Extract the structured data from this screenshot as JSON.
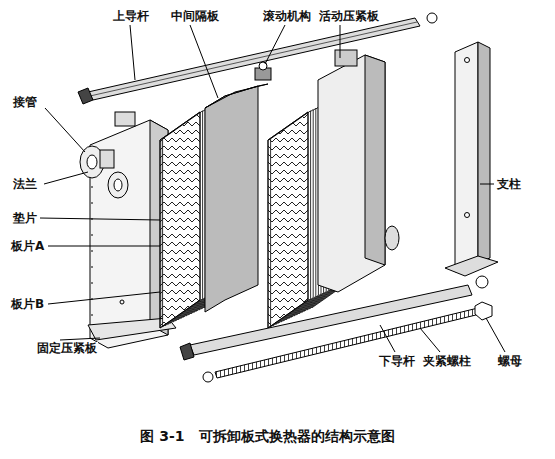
{
  "diagram": {
    "caption": "图 3-1　可拆卸板式换热器的结构示意图",
    "labels": [
      "上导杆",
      "中间隔板",
      "滚动机构",
      "活动压紧板",
      "接管",
      "法兰",
      "垫片",
      "板片A",
      "板片B",
      "固定压紧板",
      "支柱",
      "下导杆",
      "夹紧螺柱",
      "螺母"
    ]
  }
}
